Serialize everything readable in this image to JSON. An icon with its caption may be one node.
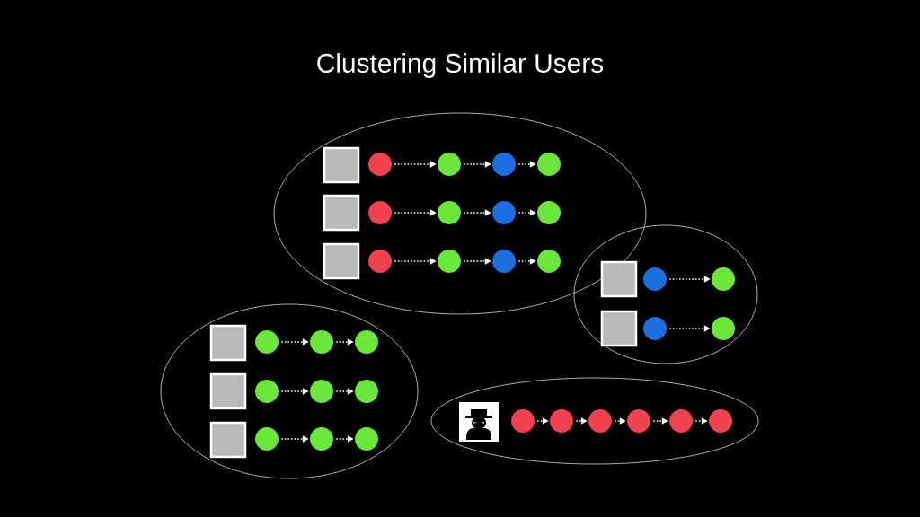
{
  "diagram": {
    "title": "Clustering Similar Users",
    "nodes": [
      {
        "text": [],
        "shape": "ellipse"
      },
      {
        "text": [],
        "shape": "box",
        "in": 0
      },
      {
        "text": [],
        "shape": "circle",
        "in": 0
      },
      {
        "text": [],
        "shape": "circle",
        "in": 0
      },
      {
        "text": [],
        "shape": "circle",
        "in": 0
      },
      {
        "text": [],
        "shape": "circle",
        "in": 0
      },
      {
        "text": [],
        "shape": "box",
        "in": 0
      },
      {
        "text": [],
        "shape": "circle",
        "in": 0
      },
      {
        "text": [],
        "shape": "circle",
        "in": 0
      },
      {
        "text": [],
        "shape": "circle",
        "in": 0
      },
      {
        "text": [],
        "shape": "circle",
        "in": 0
      },
      {
        "text": [],
        "shape": "box",
        "in": 0
      },
      {
        "text": [],
        "shape": "circle",
        "in": 0
      },
      {
        "text": [],
        "shape": "circle",
        "in": 0
      },
      {
        "text": [],
        "shape": "circle",
        "in": 0
      },
      {
        "text": [],
        "shape": "circle",
        "in": 0
      },
      {
        "text": [],
        "shape": "ellipse"
      },
      {
        "text": [],
        "shape": "box",
        "in": 16
      },
      {
        "text": [],
        "shape": "circle",
        "in": 16
      },
      {
        "text": [],
        "shape": "circle",
        "in": 16
      },
      {
        "text": [],
        "shape": "box",
        "in": 16
      },
      {
        "text": [],
        "shape": "circle",
        "in": 16
      },
      {
        "text": [],
        "shape": "circle",
        "in": 16
      },
      {
        "text": [],
        "shape": "ellipse"
      },
      {
        "text": [],
        "shape": "box",
        "in": 23
      },
      {
        "text": [],
        "shape": "circle",
        "in": 23
      },
      {
        "text": [],
        "shape": "circle",
        "in": 23
      },
      {
        "text": [],
        "shape": "circle",
        "in": 23
      },
      {
        "text": [],
        "shape": "box",
        "in": 23
      },
      {
        "text": [],
        "shape": "circle",
        "in": 23
      },
      {
        "text": [],
        "shape": "circle",
        "in": 23
      },
      {
        "text": [],
        "shape": "circle",
        "in": 23
      },
      {
        "text": [],
        "shape": "box",
        "in": 23
      },
      {
        "text": [],
        "shape": "circle",
        "in": 23
      },
      {
        "text": [],
        "shape": "circle",
        "in": 23
      },
      {
        "text": [],
        "shape": "circle",
        "in": 23
      },
      {
        "text": [],
        "shape": "ellipse"
      },
      {
        "text": [],
        "shape": "picture",
        "in": 36
      },
      {
        "text": [],
        "shape": "circle",
        "in": 36
      },
      {
        "text": [],
        "shape": "circle",
        "in": 36
      },
      {
        "text": [],
        "shape": "circle",
        "in": 36
      },
      {
        "text": [],
        "shape": "circle",
        "in": 36
      },
      {
        "text": [],
        "shape": "circle",
        "in": 36
      },
      {
        "text": [],
        "shape": "circle",
        "in": 36
      }
    ],
    "edges": [
      {
        "from": 2,
        "to": 3,
        "arrow": "to"
      },
      {
        "from": 3,
        "to": 4,
        "arrow": "to"
      },
      {
        "from": 4,
        "to": 5,
        "arrow": "to"
      },
      {
        "from": 7,
        "to": 8,
        "arrow": "to"
      },
      {
        "from": 8,
        "to": 9,
        "arrow": "to"
      },
      {
        "from": 9,
        "to": 10,
        "arrow": "to"
      },
      {
        "from": 12,
        "to": 13,
        "arrow": "to"
      },
      {
        "from": 13,
        "to": 14,
        "arrow": "to"
      },
      {
        "from": 14,
        "to": 15,
        "arrow": "to"
      },
      {
        "from": 18,
        "to": 19,
        "arrow": "to"
      },
      {
        "from": 21,
        "to": 22,
        "arrow": "to"
      },
      {
        "from": 25,
        "to": 26,
        "arrow": "to"
      },
      {
        "from": 26,
        "to": 27,
        "arrow": "to"
      },
      {
        "from": 29,
        "to": 30,
        "arrow": "to"
      },
      {
        "from": 30,
        "to": 31,
        "arrow": "to"
      },
      {
        "from": 33,
        "to": 34,
        "arrow": "to"
      },
      {
        "from": 34,
        "to": 35,
        "arrow": "to"
      },
      {
        "from": 38,
        "to": 39,
        "arrow": "to"
      },
      {
        "from": 39,
        "to": 40,
        "arrow": "to"
      },
      {
        "from": 40,
        "to": 41,
        "arrow": "to"
      },
      {
        "from": 41,
        "to": 42,
        "arrow": "to"
      },
      {
        "from": 42,
        "to": 43,
        "arrow": "to"
      }
    ]
  }
}
